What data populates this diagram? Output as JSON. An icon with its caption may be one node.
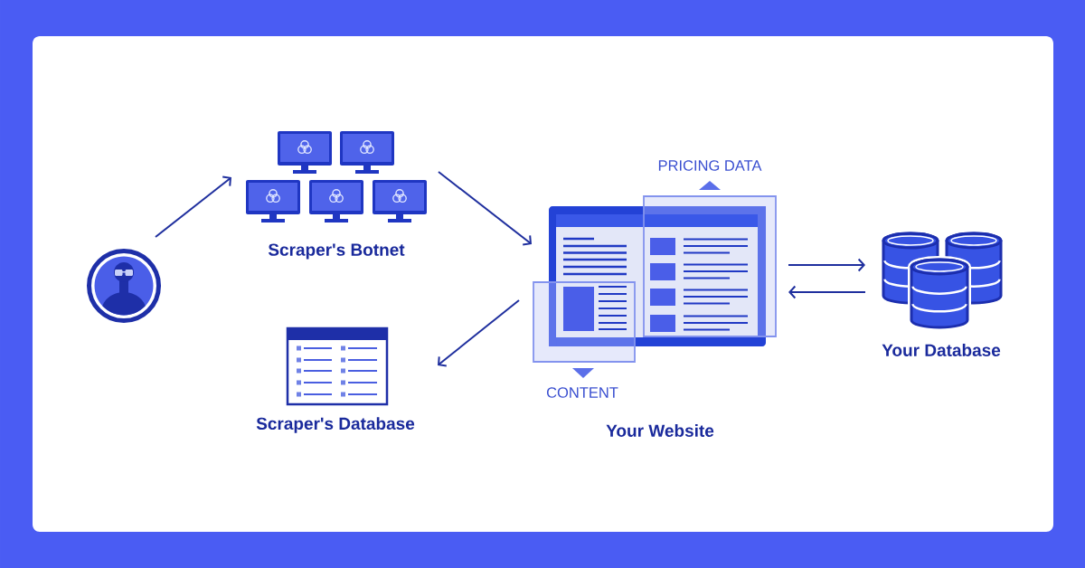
{
  "diagram": {
    "nodes": [
      {
        "text": [],
        "shape": "person"
      },
      {
        "text": [
          "Scraper's Botnet"
        ]
      },
      {
        "text": [],
        "shape": "picture"
      },
      {
        "text": [
          "PRICING DATA"
        ]
      },
      {
        "text": [
          "CONTENT"
        ]
      },
      {
        "text": [
          "Scraper's Database"
        ]
      },
      {
        "text": [
          "Your Database"
        ]
      }
    ],
    "edges": [
      {
        "from": 0,
        "to": 1,
        "arrow": "to"
      },
      {
        "from": 1,
        "to": 2,
        "arrow": "to"
      },
      {
        "from": 4,
        "to": 5,
        "arrow": "to"
      },
      {
        "from": 3,
        "to": 6,
        "arrow": "to"
      },
      {
        "from": 6,
        "to": 3,
        "arrow": "to"
      }
    ],
    "labels": [
      "Your Website"
    ]
  }
}
